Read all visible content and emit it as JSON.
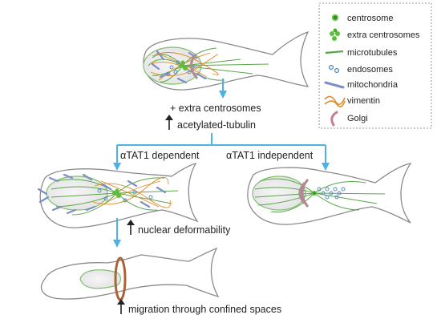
{
  "legend": {
    "items": [
      {
        "label": "centrosome",
        "icon": "centrosome-icon"
      },
      {
        "label": "extra centrosomes",
        "icon": "extra-centrosomes-icon"
      },
      {
        "label": "microtubules",
        "icon": "microtubules-icon"
      },
      {
        "label": "endosomes",
        "icon": "endosomes-icon"
      },
      {
        "label": "mitochondria",
        "icon": "mitochondria-icon"
      },
      {
        "label": "vimentin",
        "icon": "vimentin-icon"
      },
      {
        "label": "Golgi",
        "icon": "golgi-icon"
      }
    ]
  },
  "labels": {
    "extra_centrosomes": "+ extra centrosomes",
    "acetylated_tubulin": "acetylated-tubulin",
    "dependent": "αTAT1 dependent",
    "independent": "αTAT1 independent",
    "nuclear_deformability": "nuclear deformability",
    "migration": "migration through confined spaces"
  },
  "colors": {
    "cell_outline": "#8a8a8a",
    "nucleus_fill": "#ebebeb",
    "nucleus_stroke": "#7dbf6e",
    "microtubule": "#5aa64a",
    "arrow": "#4cb2e6",
    "centrosome": "#5bbf3a",
    "endosome": "#4a87c2",
    "mitochondria": "#7e8fc8",
    "vimentin": "#e08b2a",
    "golgi": "#c7808a",
    "constriction": "#a8653a"
  }
}
